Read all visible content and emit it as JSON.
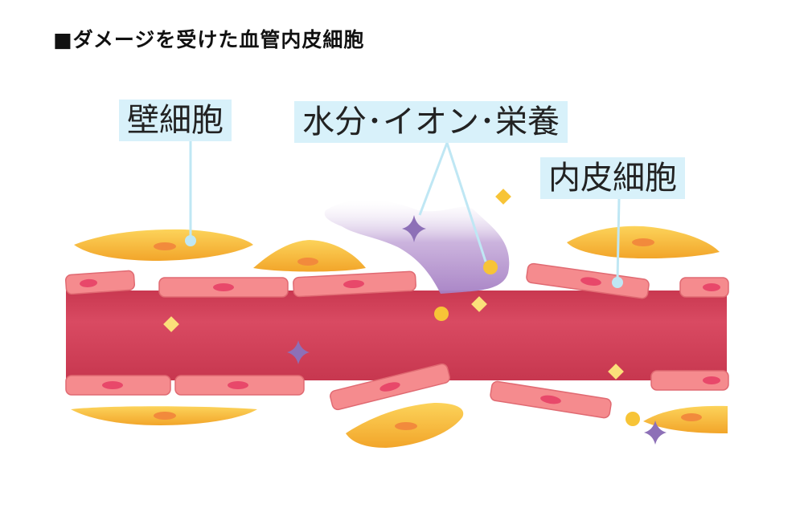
{
  "title": "■ダメージを受けた血管内皮細胞",
  "labels": {
    "pericyte": "壁細胞",
    "nutrients": "水分･イオン･栄養",
    "endothelial": "内皮細胞"
  },
  "colors": {
    "vessel": "#d8455d",
    "vessel_dark": "#b83047",
    "cell_fill": "#f58b8e",
    "cell_stroke": "#e06a72",
    "cell_nucleus": "#e8486a",
    "pericyte": "#f7b733",
    "pericyte_nucleus": "#f28a3c",
    "leak": "#b999cf",
    "particle": "#f7c437",
    "sparkle": "#8d70b7",
    "label_bg": "#d8f1fa",
    "leader": "#bfe7f4"
  }
}
